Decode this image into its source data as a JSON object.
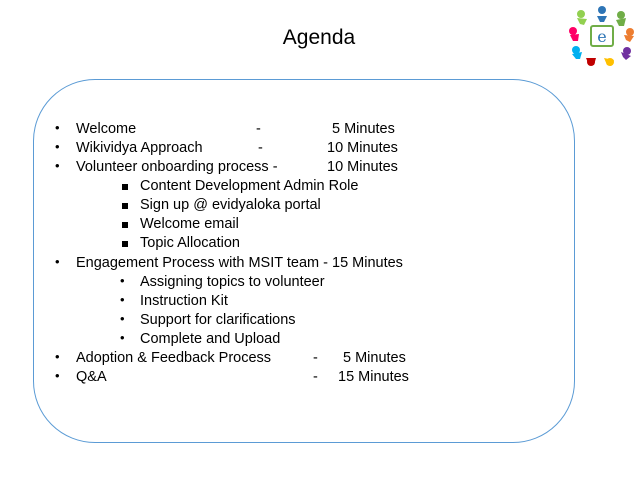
{
  "slide": {
    "title": "Agenda",
    "items": [
      {
        "label": "Welcome",
        "dash": "-",
        "duration": "5 Minutes"
      },
      {
        "label": "Wikividya Approach",
        "dash": "-",
        "duration": "10 Minutes"
      },
      {
        "label": "Volunteer onboarding process  -",
        "duration": "10 Minutes"
      },
      {
        "label": "Content Development Admin Role"
      },
      {
        "label": "Sign up @ evidyaloka portal"
      },
      {
        "label": "Welcome email"
      },
      {
        "label": "Topic Allocation"
      },
      {
        "label": "Engagement Process with MSIT team  -  15 Minutes"
      },
      {
        "label": "Assigning topics to volunteer"
      },
      {
        "label": "Instruction Kit"
      },
      {
        "label": "Support for clarifications"
      },
      {
        "label": "Complete and Upload"
      },
      {
        "label": "Adoption & Feedback Process",
        "dash": "-",
        "duration": "5 Minutes"
      },
      {
        "label": "Q&A",
        "dash": "-",
        "duration": "15 Minutes"
      }
    ]
  },
  "colors": {
    "frame_border": "#5b9bd5"
  },
  "logo": {
    "icon": "evidyaloka-logo-icon"
  }
}
